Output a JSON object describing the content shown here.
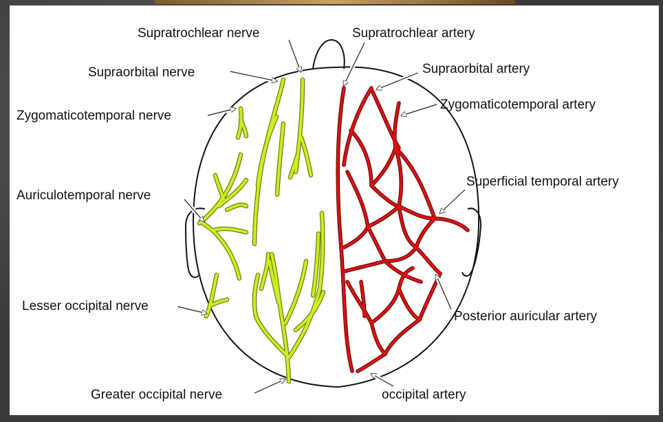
{
  "labels": {
    "supratrochlear_nerve": "Supratrochlear nerve",
    "supraorbital_nerve": "Supraorbital nerve",
    "zygomaticotemporal_nerve": "Zygomaticotemporal nerve",
    "auriculotemporal_nerve": "Auriculotemporal nerve",
    "lesser_occipital_nerve": "Lesser occipital nerve",
    "greater_occipital_nerve": "Greater occipital nerve",
    "supratrochlear_artery": "Supratrochlear artery",
    "supraorbital_artery": "Supraorbital artery",
    "zygomaticotemporal_artery": "Zygomaticotemporal artery",
    "superficial_temporal_artery": "Superficial temporal artery",
    "posterior_auricular_artery": "Posterior auricular artery",
    "occipital_artery": "occipital artery"
  },
  "colors": {
    "nerve": "#ccee22",
    "nerve_outline": "#6f7f10",
    "artery": "#dd1111",
    "artery_outline": "#5a0000",
    "outline": "#111111",
    "background": "#3a3a3a"
  }
}
